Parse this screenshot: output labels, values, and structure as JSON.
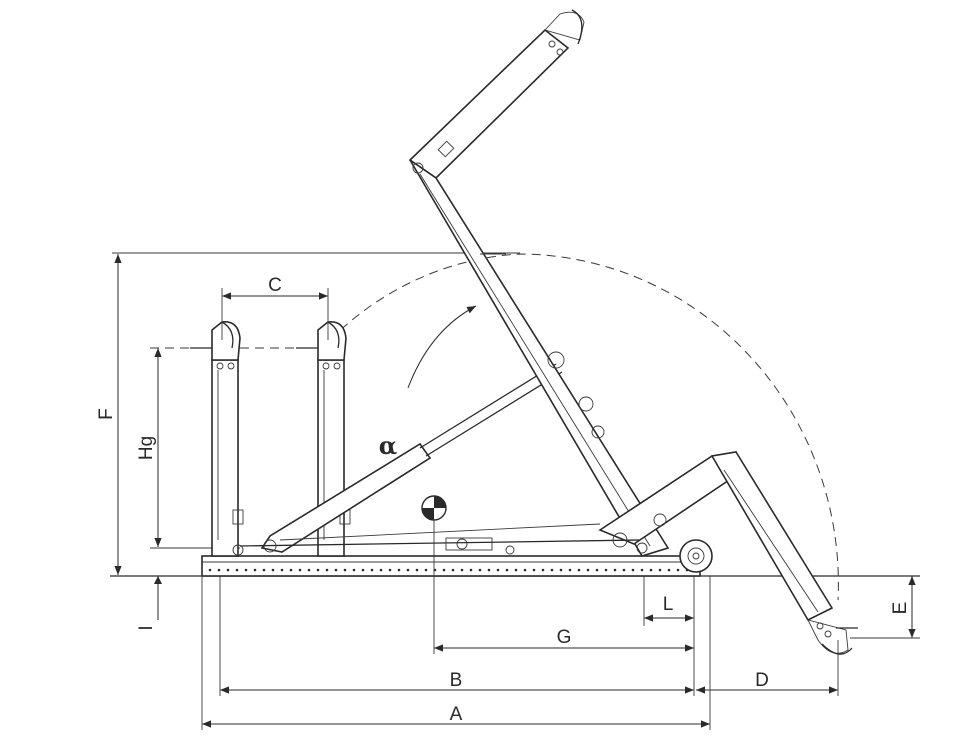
{
  "diagram": {
    "dimension_labels": {
      "A": "A",
      "B": "B",
      "C": "C",
      "D": "D",
      "E": "E",
      "F": "F",
      "G": "G",
      "Hg": "Hg",
      "I": "I",
      "L": "L",
      "alpha": "α"
    },
    "colors": {
      "line": "#2a2a2a",
      "background": "#ffffff"
    }
  }
}
